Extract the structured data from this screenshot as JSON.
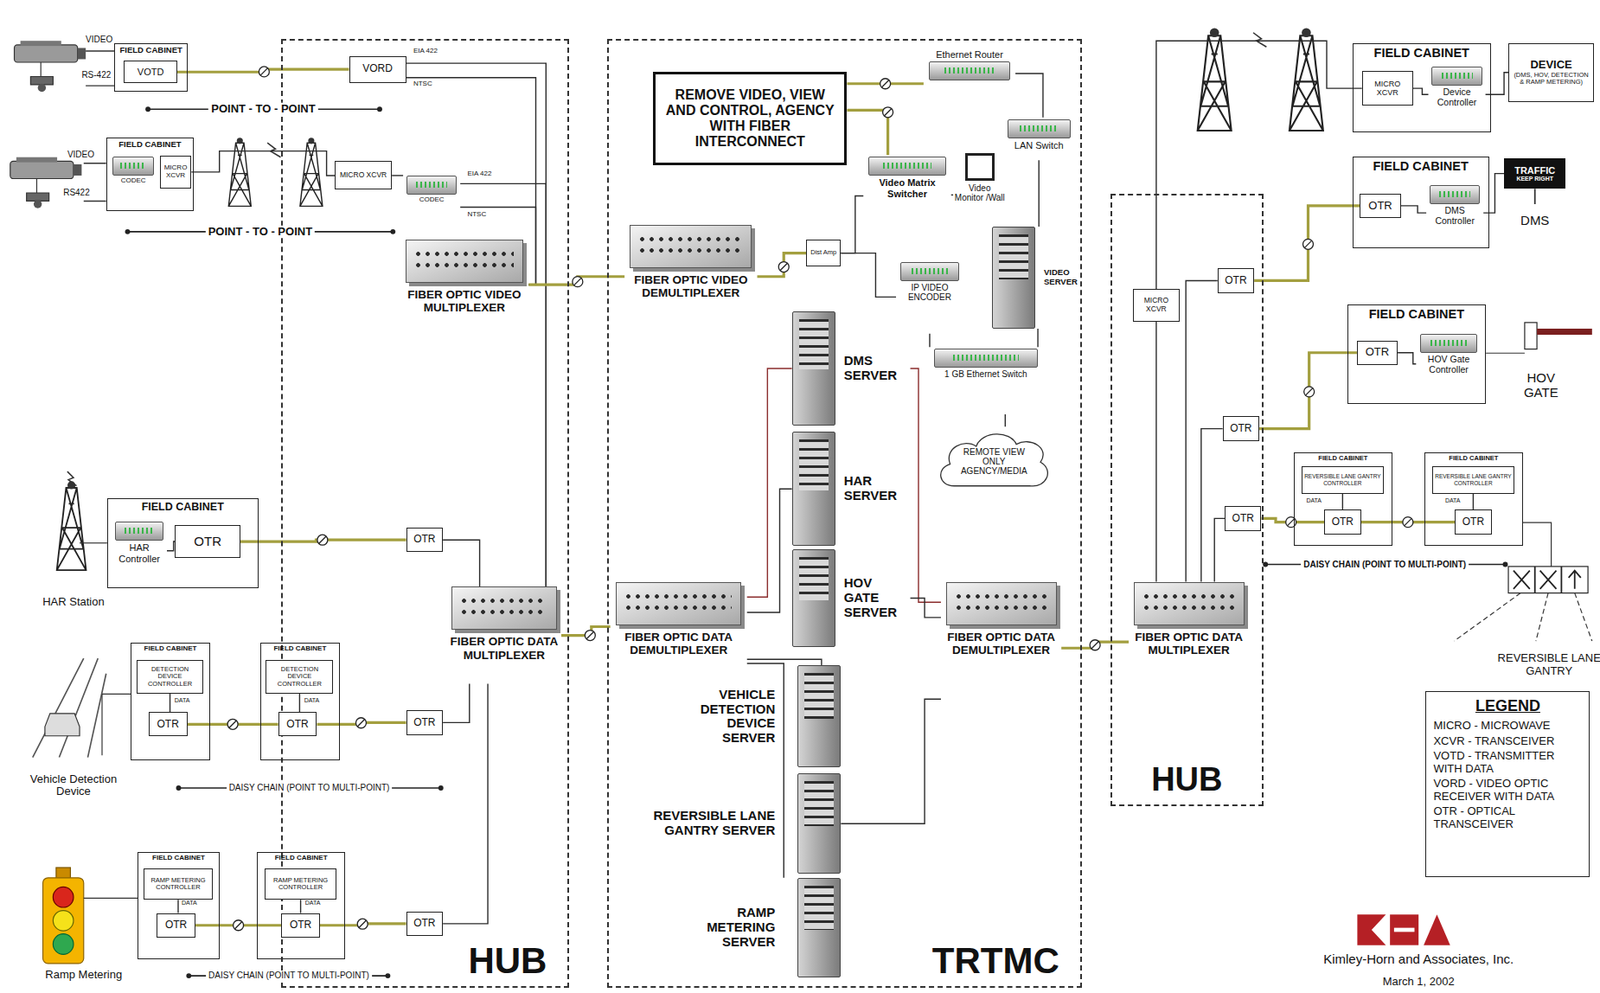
{
  "diagram": {
    "nodes": [
      {
        "text": [
          "HUB"
        ]
      },
      {
        "text": [
          "TRTMC"
        ]
      },
      {
        "text": [
          "HUB"
        ]
      },
      {
        "text": [
          "FIELD CABINET"
        ]
      },
      {
        "text": [
          "VOTD"
        ],
        "in": 3
      },
      {
        "text": [
          "VORD"
        ],
        "in": 0
      },
      {
        "text": [
          "FIELD CABINET"
        ]
      },
      {
        "text": [
          "MICRO XCVR"
        ],
        "in": 6
      },
      {
        "text": [
          "CODEC"
        ],
        "in": 6
      },
      {
        "text": [
          "MICRO XCVR"
        ],
        "in": 0
      },
      {
        "text": [
          "CODEC"
        ],
        "in": 0
      },
      {
        "text": [
          "FIBER OPTIC VIDEO MULTIPLEXER"
        ],
        "in": 0
      },
      {
        "text": [
          "FIELD CABINET"
        ]
      },
      {
        "text": [
          "HAR Controller"
        ],
        "in": 12
      },
      {
        "text": [
          "OTR"
        ],
        "in": 12
      },
      {
        "text": [
          "OTR"
        ],
        "in": 0
      },
      {
        "text": [
          "FIBER OPTIC DATA MULTIPLEXER"
        ],
        "in": 0
      },
      {
        "text": [
          "FIELD CABINET"
        ]
      },
      {
        "text": [
          "DETECTION DEVICE CONTROLLER"
        ],
        "in": 17
      },
      {
        "text": [
          "OTR"
        ],
        "in": 17
      },
      {
        "text": [
          "FIELD CABINET"
        ]
      },
      {
        "text": [
          "DETECTION DEVICE CONTROLLER"
        ],
        "in": 20
      },
      {
        "text": [
          "OTR"
        ],
        "in": 20
      },
      {
        "text": [
          "OTR"
        ],
        "in": 0
      },
      {
        "text": [
          "FIELD CABINET"
        ]
      },
      {
        "text": [
          "RAMP METERING CONTROLLER"
        ],
        "in": 24
      },
      {
        "text": [
          "OTR"
        ],
        "in": 24
      },
      {
        "text": [
          "FIELD CABINET"
        ]
      },
      {
        "text": [
          "RAMP METERING CONTROLLER"
        ],
        "in": 27
      },
      {
        "text": [
          "OTR"
        ],
        "in": 27
      },
      {
        "text": [
          "OTR"
        ],
        "in": 0
      },
      {
        "text": [
          "REMOVE VIDEO, VIEW AND CONTROL, AGENCY WITH FIBER INTERCONNECT"
        ],
        "in": 1
      },
      {
        "text": [
          "Ethernet Router"
        ],
        "in": 1
      },
      {
        "text": [
          "LAN Switch"
        ],
        "in": 1
      },
      {
        "text": [
          "Video Matrix Switcher"
        ],
        "in": 1
      },
      {
        "text": [
          "Video Monitor /Wall"
        ],
        "in": 1
      },
      {
        "text": [
          "FIBER OPTIC VIDEO DEMULTIPLEXER"
        ],
        "in": 1
      },
      {
        "text": [
          "Dist Amp"
        ],
        "in": 1
      },
      {
        "text": [
          "IP VIDEO ENCODER"
        ],
        "in": 1
      },
      {
        "text": [
          "VIDEO SERVER"
        ],
        "in": 1
      },
      {
        "text": [
          "1 GB Ethernet Switch"
        ],
        "in": 1
      },
      {
        "text": [
          "REMOTE VIEW ONLY AGENCY/MEDIA"
        ],
        "in": 1
      },
      {
        "text": [
          "DMS SERVER"
        ],
        "in": 1
      },
      {
        "text": [
          "HAR SERVER"
        ],
        "in": 1
      },
      {
        "text": [
          "HOV GATE SERVER"
        ],
        "in": 1
      },
      {
        "text": [
          "FIBER OPTIC DATA DEMULTIPLEXER"
        ],
        "in": 1
      },
      {
        "text": [
          "VEHICLE DETECTION DEVICE SERVER"
        ],
        "in": 1
      },
      {
        "text": [
          "REVERSIBLE LANE GANTRY SERVER"
        ],
        "in": 1
      },
      {
        "text": [
          "RAMP METERING SERVER"
        ],
        "in": 1
      },
      {
        "text": [
          "FIBER OPTIC DATA DEMULTIPLEXER"
        ],
        "in": 1
      },
      {
        "text": [
          "MICRO XCVR"
        ],
        "in": 2
      },
      {
        "text": [
          "FIBER OPTIC DATA MULTIPLEXER"
        ],
        "in": 2
      },
      {
        "text": [
          "OTR"
        ],
        "in": 2
      },
      {
        "text": [
          "OTR"
        ],
        "in": 2
      },
      {
        "text": [
          "OTR"
        ],
        "in": 2
      },
      {
        "text": [
          "FIELD CABINET"
        ]
      },
      {
        "text": [
          "MICRO XCVR"
        ],
        "in": 55
      },
      {
        "text": [
          "Device Controller"
        ],
        "in": 55
      },
      {
        "text": [
          "DEVICE",
          "(DMS, HOV, DETECTION & RAMP METERING)"
        ]
      },
      {
        "text": [
          "FIELD CABINET"
        ]
      },
      {
        "text": [
          "OTR"
        ],
        "in": 59
      },
      {
        "text": [
          "DMS Controller"
        ],
        "in": 59
      },
      {
        "text": [
          "TRAFFIC",
          "KEEP RIGHT"
        ]
      },
      {
        "text": [
          "FIELD CABINET"
        ]
      },
      {
        "text": [
          "OTR"
        ],
        "in": 63
      },
      {
        "text": [
          "HOV Gate Controller"
        ],
        "in": 63
      },
      {
        "text": [
          "FIELD CABINET"
        ]
      },
      {
        "text": [
          "REVERSIBLE LANE GANTRY CONTROLLER"
        ],
        "in": 66
      },
      {
        "text": [
          "OTR"
        ],
        "in": 66
      },
      {
        "text": [
          "FIELD CABINET"
        ]
      },
      {
        "text": [
          "REVERSIBLE LANE GANTRY CONTROLLER"
        ],
        "in": 69
      },
      {
        "text": [
          "OTR"
        ],
        "in": 69
      },
      {
        "text": [
          "LEGEND",
          "MICRO - MICROWAVE",
          "XCVR - TRANSCEIVER",
          "VOTD - TRANSMITTER WITH DATA",
          "VORD - VIDEO OPTIC RECEIVER WITH DATA",
          "OTR - OPTICAL TRANSCEIVER"
        ]
      }
    ],
    "edges": [
      {
        "from": 4,
        "to": 5,
        "arrow": "none"
      },
      {
        "from": 7,
        "to": 9,
        "arrow": "none"
      },
      {
        "from": 9,
        "to": 10,
        "arrow": "none"
      },
      {
        "from": 5,
        "to": 16,
        "arrow": "none"
      },
      {
        "from": 5,
        "to": 11,
        "arrow": "none"
      },
      {
        "from": 10,
        "to": 16,
        "arrow": "none"
      },
      {
        "from": 10,
        "to": 11,
        "arrow": "none"
      },
      {
        "from": 11,
        "to": 36,
        "arrow": "none"
      },
      {
        "from": 16,
        "to": 45,
        "arrow": "none"
      },
      {
        "from": 15,
        "to": 16,
        "arrow": "none"
      },
      {
        "from": 23,
        "to": 16,
        "arrow": "none"
      },
      {
        "from": 30,
        "to": 16,
        "arrow": "none"
      },
      {
        "from": 14,
        "to": 15,
        "arrow": "none"
      },
      {
        "from": 13,
        "to": 14,
        "arrow": "none"
      },
      {
        "from": 19,
        "to": 22,
        "arrow": "none"
      },
      {
        "from": 22,
        "to": 23,
        "arrow": "none"
      },
      {
        "from": 18,
        "to": 19,
        "arrow": "none"
      },
      {
        "from": 21,
        "to": 22,
        "arrow": "none"
      },
      {
        "from": 26,
        "to": 29,
        "arrow": "none"
      },
      {
        "from": 29,
        "to": 30,
        "arrow": "none"
      },
      {
        "from": 25,
        "to": 26,
        "arrow": "none"
      },
      {
        "from": 28,
        "to": 29,
        "arrow": "none"
      },
      {
        "from": 31,
        "to": 32,
        "arrow": "none"
      },
      {
        "from": 31,
        "to": 34,
        "arrow": "none"
      },
      {
        "from": 32,
        "to": 33,
        "arrow": "none"
      },
      {
        "from": 33,
        "to": 39,
        "arrow": "none"
      },
      {
        "from": 36,
        "to": 37,
        "arrow": "none"
      },
      {
        "from": 37,
        "to": 34,
        "arrow": "none"
      },
      {
        "from": 37,
        "to": 38,
        "arrow": "none"
      },
      {
        "from": 34,
        "to": 35,
        "arrow": "none"
      },
      {
        "from": 38,
        "to": 40,
        "arrow": "none"
      },
      {
        "from": 39,
        "to": 40,
        "arrow": "none"
      },
      {
        "from": 40,
        "to": 41,
        "arrow": "none"
      },
      {
        "from": 45,
        "to": 42,
        "arrow": "none"
      },
      {
        "from": 45,
        "to": 43,
        "arrow": "none"
      },
      {
        "from": 45,
        "to": 46,
        "arrow": "none"
      },
      {
        "from": 45,
        "to": 48,
        "arrow": "none"
      },
      {
        "from": 49,
        "to": 42,
        "arrow": "none"
      },
      {
        "from": 49,
        "to": 44,
        "arrow": "none"
      },
      {
        "from": 49,
        "to": 47,
        "arrow": "none"
      },
      {
        "from": 49,
        "to": 51,
        "arrow": "none"
      },
      {
        "from": 51,
        "to": 50,
        "arrow": "none"
      },
      {
        "from": 51,
        "to": 52,
        "arrow": "none"
      },
      {
        "from": 51,
        "to": 53,
        "arrow": "none"
      },
      {
        "from": 51,
        "to": 54,
        "arrow": "none"
      },
      {
        "from": 50,
        "to": 56,
        "arrow": "none"
      },
      {
        "from": 56,
        "to": 57,
        "arrow": "none"
      },
      {
        "from": 57,
        "to": 58,
        "arrow": "none"
      },
      {
        "from": 52,
        "to": 60,
        "arrow": "none"
      },
      {
        "from": 60,
        "to": 61,
        "arrow": "none"
      },
      {
        "from": 61,
        "to": 62,
        "arrow": "none"
      },
      {
        "from": 53,
        "to": 64,
        "arrow": "none"
      },
      {
        "from": 64,
        "to": 65,
        "arrow": "none"
      },
      {
        "from": 54,
        "to": 68,
        "arrow": "none"
      },
      {
        "from": 68,
        "to": 71,
        "arrow": "none"
      },
      {
        "from": 67,
        "to": 68,
        "arrow": "none"
      },
      {
        "from": 70,
        "to": 71,
        "arrow": "none"
      }
    ],
    "labels": [
      "VIDEO",
      "RS-422",
      "POINT - TO - POINT",
      "EIA 422",
      "NTSC",
      "VIDEO",
      "RS422",
      "EIA 422",
      "NTSC",
      "POINT - TO - POINT",
      "HAR Station",
      "DATA",
      "DATA",
      "Vehicle Detection Device",
      "DAISY CHAIN (POINT TO MULTI-POINT)",
      "DATA",
      "DATA",
      "Ramp Metering",
      "DAISY CHAIN (POINT TO MULTI-POINT)",
      "DATA",
      "DATA",
      "DMS",
      "HOV GATE",
      "DAISY CHAIN (POINT TO MULTI-POINT)",
      "REVERSIBLE LANE GANTRY",
      "Kimley-Horn and Associates, Inc.",
      "March 1, 2002"
    ]
  }
}
